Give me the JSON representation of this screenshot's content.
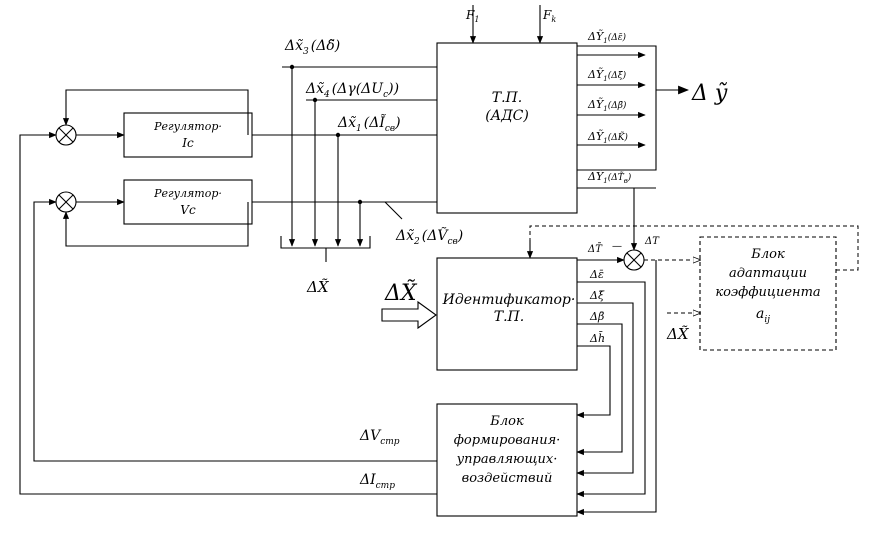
{
  "blocks": {
    "regulator_ic": {
      "line1": "Регулятор·",
      "line2": "Ic"
    },
    "regulator_vc": {
      "line1": "Регулятор·",
      "line2": "Vc"
    },
    "tp": {
      "line1": "Т.П.",
      "line2": "(АДС)"
    },
    "identifier": {
      "line1": "Идентификатор·",
      "line2": "Т.П."
    },
    "formation": {
      "line1": "Блок",
      "line2": "формирования·",
      "line3": "управляющих·",
      "line4": "воздействий"
    },
    "adaptation": {
      "line1": "Блок",
      "line2": "адаптации",
      "line3": "коэффициента",
      "line4": "a",
      "line4_sub": "ij"
    }
  },
  "inputs": {
    "f1": "F",
    "f1_sub": "1",
    "fk": "F",
    "fk_sub": "k"
  },
  "signals": {
    "x3": {
      "main": "Δx̃",
      "sub": "3",
      "arg": "(Δδ̃)"
    },
    "x4": {
      "main": "Δx̃",
      "sub": "4",
      "arg": "(Δγ(ΔU",
      "arg_sub": "c",
      "arg_end": "))"
    },
    "x1": {
      "main": "Δx̃",
      "sub": "1",
      "arg": "(ΔĨ",
      "arg_sub": "св",
      "arg_end": ")"
    },
    "x2": {
      "main": "Δx̃",
      "sub": "2",
      "arg": "(ΔṼ",
      "arg_sub": "св",
      "arg_end": ")"
    },
    "x_sum": "ΔX̃",
    "x_big": "ΔX̃",
    "x_adapt": "ΔX̃",
    "y_out": "Δ ỹ",
    "v_str": {
      "main": "ΔV",
      "sub": "стр"
    },
    "i_str": {
      "main": "ΔI",
      "sub": "стр"
    },
    "dT_left": "ΔT̄",
    "minus": "—",
    "dT_right": "ΔT"
  },
  "tp_outputs": [
    {
      "main": "ΔỸ",
      "sub": "1",
      "arg": "(Δε̃)"
    },
    {
      "main": "ΔỸ",
      "sub": "1",
      "arg": "(Δξ̃)"
    },
    {
      "main": "ΔỸ",
      "sub": "1",
      "arg": "(Δβ̃)"
    },
    {
      "main": "ΔỸ",
      "sub": "1",
      "arg": "(ΔK̃)"
    },
    {
      "main": "ΔỸ",
      "sub": "1",
      "arg": "(ΔT̃",
      "arg_sub": "в",
      "arg_end": ")"
    }
  ],
  "id_outputs": [
    "Δε̄",
    "Δξ̄",
    "Δβ̄",
    "Δh̄"
  ]
}
